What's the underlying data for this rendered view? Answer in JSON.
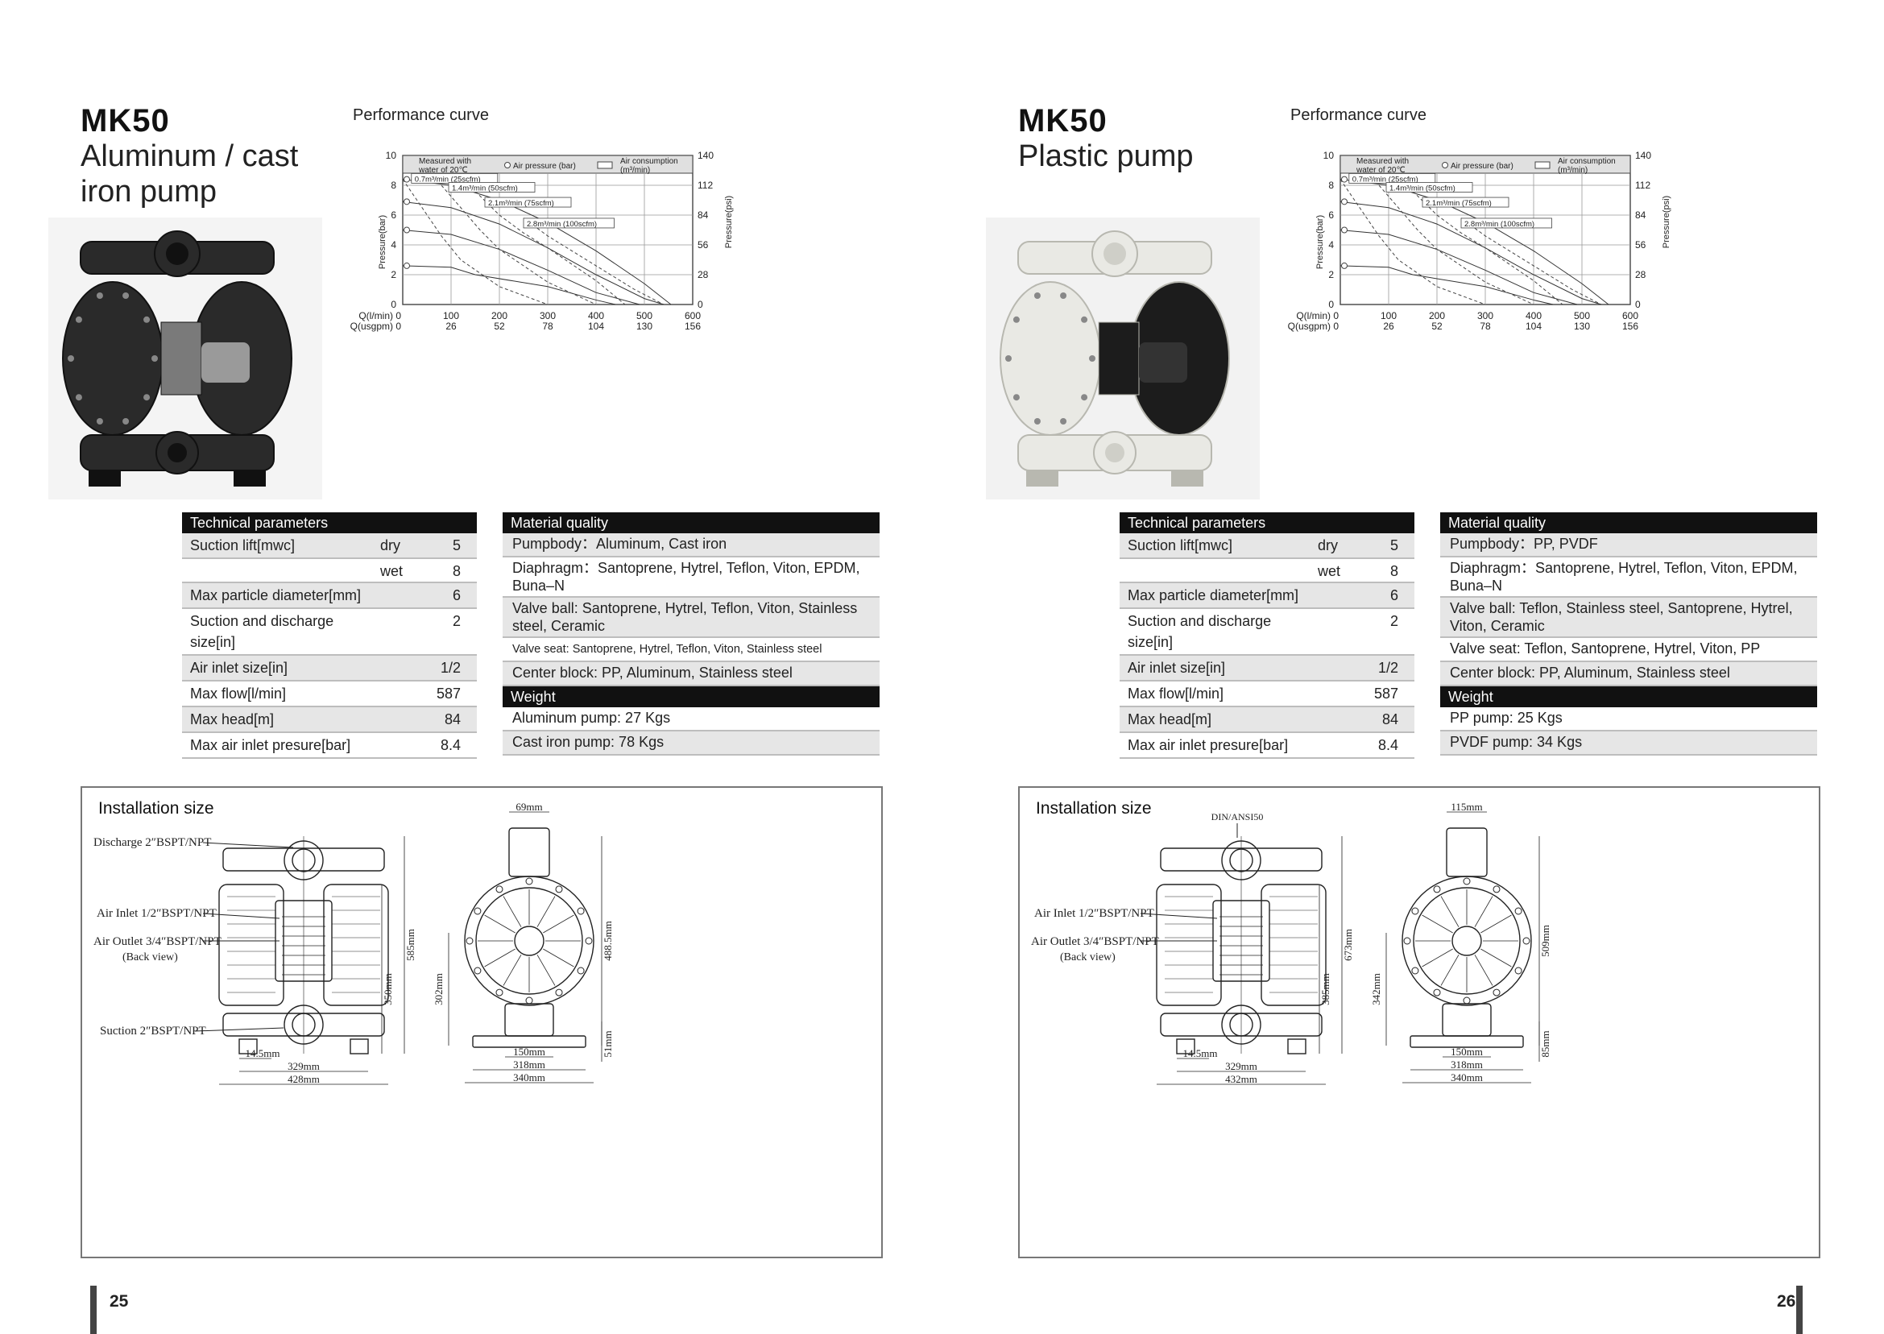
{
  "pages": [
    {
      "model": "MK50",
      "subtitle": "Aluminum / cast iron pump",
      "photo_icon": "black-aluminum-pump-photo",
      "perf_title": "Performance curve",
      "chart_data": {
        "type": "line",
        "legend": [
          "Measured with water of 20℃",
          "Air pressure (bar)",
          "Air consumption (m³/min)"
        ],
        "ylabel_left": "Pressure(bar)",
        "ylabel_right": "Pressure(psi)",
        "xlabel_primary": "Q(l/min)",
        "xlabel_secondary": "Q(usgpm)",
        "x_ticks": [
          "0",
          "100",
          "200",
          "300",
          "400",
          "500",
          "600"
        ],
        "x_ticks_secondary": [
          "0",
          "26",
          "52",
          "78",
          "104",
          "130",
          "156"
        ],
        "y_ticks_left": [
          "0",
          "2",
          "4",
          "6",
          "8",
          "10"
        ],
        "y_ticks_right": [
          "0",
          "28",
          "56",
          "84",
          "112",
          "140"
        ],
        "xlim": [
          0,
          600
        ],
        "ylim": [
          0,
          10
        ],
        "grid": true,
        "legend_position": "top",
        "air_consumption_labels": [
          "0.7m³/min (25scfm)",
          "1.4m³/min (50scfm)",
          "2.1m³/min (75scfm)",
          "2.8m³/min (100scfm)"
        ],
        "series": [
          {
            "x": [
              0,
              100,
              200,
              300,
              400,
              500,
              555
            ],
            "y": [
              8.4,
              8.0,
              7.0,
              5.5,
              3.6,
              1.4,
              0
            ]
          },
          {
            "x": [
              0,
              100,
              200,
              300,
              400,
              500,
              540
            ],
            "y": [
              6.9,
              6.5,
              5.4,
              3.8,
              2.0,
              0.4,
              0
            ]
          },
          {
            "x": [
              0,
              100,
              200,
              300,
              400,
              490
            ],
            "y": [
              5.0,
              4.7,
              3.7,
              2.3,
              0.8,
              0
            ]
          },
          {
            "x": [
              0,
              100,
              150,
              300,
              400,
              440
            ],
            "y": [
              2.6,
              2.5,
              2.0,
              1.2,
              0.3,
              0
            ]
          }
        ],
        "dashed": [
          {
            "x": [
              0,
              40,
              80,
              120,
              200,
              300
            ],
            "y": [
              8.4,
              6.5,
              4.6,
              3.0,
              1.2,
              0
            ]
          },
          {
            "x": [
              80,
              120,
              160,
              200,
              300,
              400
            ],
            "y": [
              8.0,
              6.5,
              5.0,
              3.7,
              1.5,
              0
            ]
          },
          {
            "x": [
              150,
              200,
              250,
              300,
              400,
              460
            ],
            "y": [
              7.6,
              6.0,
              4.8,
              3.8,
              1.6,
              0
            ]
          },
          {
            "x": [
              250,
              300,
              350,
              400,
              480,
              540
            ],
            "y": [
              5.8,
              4.6,
              3.6,
              2.6,
              1.0,
              0
            ]
          }
        ]
      },
      "tech": {
        "header": "Technical parameters",
        "rows": [
          {
            "label": "Suction lift[mwc]",
            "mid": "dry",
            "value": "5"
          },
          {
            "label": "",
            "mid": "wet",
            "value": "8"
          },
          {
            "label": "Max particle diameter[mm]",
            "mid": "",
            "value": "6"
          },
          {
            "label": "Suction and discharge size[in]",
            "mid": "",
            "value": "2"
          },
          {
            "label": "Air inlet size[in]",
            "mid": "",
            "value": "1/2"
          },
          {
            "label": "Max flow[l/min]",
            "mid": "",
            "value": "587"
          },
          {
            "label": "Max head[m]",
            "mid": "",
            "value": "84"
          },
          {
            "label": "Max air inlet presure[bar]",
            "mid": "",
            "value": "8.4"
          }
        ]
      },
      "material": {
        "header": "Material quality",
        "rows": [
          "Pumpbody：Aluminum, Cast iron",
          "Diaphragm：Santoprene, Hytrel, Teflon, Viton, EPDM, Buna–N",
          "Valve ball: Santoprene, Hytrel, Teflon, Viton, Stainless steel, Ceramic",
          "Valve seat: Santoprene, Hytrel, Teflon, Viton, Stainless steel",
          "Center block: PP, Aluminum, Stainless steel"
        ],
        "weight_header": "Weight",
        "weights": [
          "Aluminum pump: 27 Kgs",
          "Cast iron pump: 78 Kgs"
        ]
      },
      "install": {
        "title": "Installation size",
        "labels": {
          "discharge": "Discharge 2″BSPT/NPT",
          "air_inlet_a": "Air Inlet",
          "air_inlet_b": "″BSPT/NPT",
          "air_outlet_a": "Air Outlet",
          "air_outlet_b": "″BSPT/NPT",
          "back_view": "(Back view)",
          "suction": "Suction 2″BSPT/NPT",
          "frac_in": "1/2",
          "frac_out": "3/4",
          "top_label": ""
        },
        "dims": {
          "top_width": "69mm",
          "height_total": "585mm",
          "height_mid": "350mm",
          "height_side": "488.5mm",
          "side_left": "302mm",
          "bottom_small": "51mm",
          "foot": "14.5mm",
          "width_a": "329mm",
          "width_b": "428mm",
          "side_a": "150mm",
          "side_b": "318mm",
          "side_c": "340mm"
        }
      },
      "page_number": "25"
    },
    {
      "model": "MK50",
      "subtitle": "Plastic pump",
      "photo_icon": "white-plastic-pump-photo",
      "perf_title": "Performance curve",
      "chart_data": {
        "type": "line",
        "legend": [
          "Measured with water of 20℃",
          "Air pressure (bar)",
          "Air consumption (m³/min)"
        ],
        "ylabel_left": "Pressure(bar)",
        "ylabel_right": "Pressure(psi)",
        "xlabel_primary": "Q(l/min)",
        "xlabel_secondary": "Q(usgpm)",
        "x_ticks": [
          "0",
          "100",
          "200",
          "300",
          "400",
          "500",
          "600"
        ],
        "x_ticks_secondary": [
          "0",
          "26",
          "52",
          "78",
          "104",
          "130",
          "156"
        ],
        "y_ticks_left": [
          "0",
          "2",
          "4",
          "6",
          "8",
          "10"
        ],
        "y_ticks_right": [
          "0",
          "28",
          "56",
          "84",
          "112",
          "140"
        ],
        "xlim": [
          0,
          600
        ],
        "ylim": [
          0,
          10
        ],
        "grid": true,
        "legend_position": "top",
        "air_consumption_labels": [
          "0.7m³/min (25scfm)",
          "1.4m³/min (50scfm)",
          "2.1m³/min (75scfm)",
          "2.8m³/min (100scfm)"
        ],
        "series": [
          {
            "x": [
              0,
              100,
              200,
              300,
              400,
              500,
              555
            ],
            "y": [
              8.4,
              8.0,
              7.0,
              5.5,
              3.6,
              1.4,
              0
            ]
          },
          {
            "x": [
              0,
              100,
              200,
              300,
              400,
              500,
              540
            ],
            "y": [
              6.9,
              6.5,
              5.4,
              3.8,
              2.0,
              0.4,
              0
            ]
          },
          {
            "x": [
              0,
              100,
              200,
              300,
              400,
              490
            ],
            "y": [
              5.0,
              4.7,
              3.7,
              2.3,
              0.8,
              0
            ]
          },
          {
            "x": [
              0,
              100,
              150,
              300,
              400,
              440
            ],
            "y": [
              2.6,
              2.5,
              2.0,
              1.2,
              0.3,
              0
            ]
          }
        ],
        "dashed": [
          {
            "x": [
              0,
              40,
              80,
              120,
              200,
              300
            ],
            "y": [
              8.4,
              6.5,
              4.6,
              3.0,
              1.2,
              0
            ]
          },
          {
            "x": [
              80,
              120,
              160,
              200,
              300,
              400
            ],
            "y": [
              8.0,
              6.5,
              5.0,
              3.7,
              1.5,
              0
            ]
          },
          {
            "x": [
              150,
              200,
              250,
              300,
              400,
              460
            ],
            "y": [
              7.6,
              6.0,
              4.8,
              3.8,
              1.6,
              0
            ]
          },
          {
            "x": [
              250,
              300,
              350,
              400,
              480,
              540
            ],
            "y": [
              5.8,
              4.6,
              3.6,
              2.6,
              1.0,
              0
            ]
          }
        ]
      },
      "tech": {
        "header": "Technical parameters",
        "rows": [
          {
            "label": "Suction lift[mwc]",
            "mid": "dry",
            "value": "5"
          },
          {
            "label": "",
            "mid": "wet",
            "value": "8"
          },
          {
            "label": "Max particle diameter[mm]",
            "mid": "",
            "value": "6"
          },
          {
            "label": "Suction and discharge size[in]",
            "mid": "",
            "value": "2"
          },
          {
            "label": "Air inlet size[in]",
            "mid": "",
            "value": "1/2"
          },
          {
            "label": "Max flow[l/min]",
            "mid": "",
            "value": "587"
          },
          {
            "label": "Max head[m]",
            "mid": "",
            "value": "84"
          },
          {
            "label": "Max air inlet presure[bar]",
            "mid": "",
            "value": "8.4"
          }
        ]
      },
      "material": {
        "header": "Material quality",
        "rows": [
          "Pumpbody：PP, PVDF",
          "Diaphragm：Santoprene, Hytrel, Teflon, Viton, EPDM, Buna–N",
          "Valve ball: Teflon, Stainless steel, Santoprene, Hytrel, Viton, Ceramic",
          "Valve seat: Teflon, Santoprene, Hytrel, Viton, PP",
          "Center block: PP, Aluminum, Stainless steel"
        ],
        "weight_header": "Weight",
        "weights": [
          "PP pump: 25 Kgs",
          "PVDF pump: 34 Kgs"
        ]
      },
      "install": {
        "title": "Installation size",
        "labels": {
          "discharge": "",
          "air_inlet_a": "Air Inlet",
          "air_inlet_b": "″BSPT/NPT",
          "air_outlet_a": "Air Outlet",
          "air_outlet_b": "″BSPT/NPT",
          "back_view": "(Back view)",
          "suction": "",
          "frac_in": "1/2",
          "frac_out": "3/4",
          "top_label": "DIN/ANSI50"
        },
        "dims": {
          "top_width": "115mm",
          "height_total": "673mm",
          "height_mid": "385mm",
          "height_side": "509mm",
          "side_left": "342mm",
          "bottom_small": "85mm",
          "foot": "14.5mm",
          "width_a": "329mm",
          "width_b": "432mm",
          "side_a": "150mm",
          "side_b": "318mm",
          "side_c": "340mm"
        }
      },
      "page_number": "26"
    }
  ],
  "colors": {
    "header_bg": "#111111",
    "row_shade": "#e6e6e6",
    "chart_bg": "#ffffff",
    "legend_bg": "#e0e0e0"
  }
}
